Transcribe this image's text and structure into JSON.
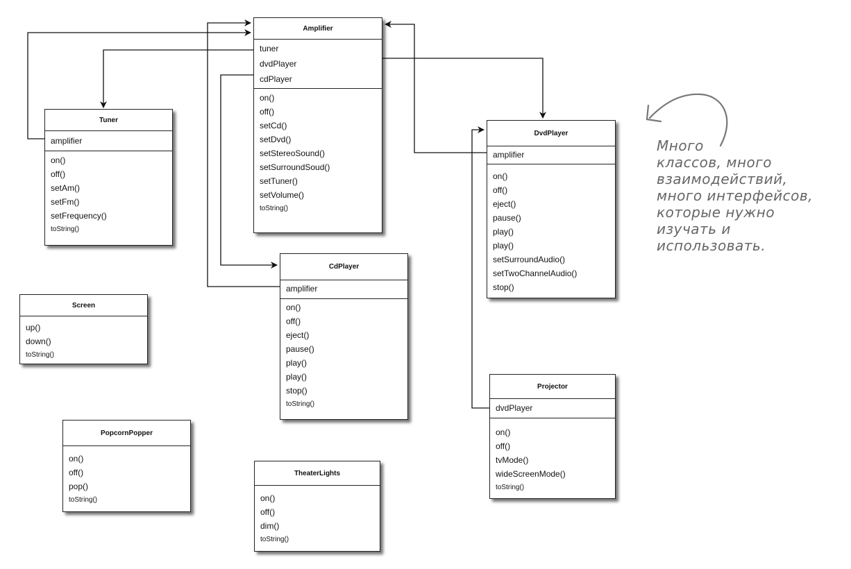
{
  "classes": {
    "amplifier": {
      "name": "Amplifier",
      "attributes": [
        "tuner",
        "dvdPlayer",
        "cdPlayer"
      ],
      "methods": [
        "on()",
        "off()",
        "setCd()",
        "setDvd()",
        "setStereoSound()",
        "setSurroundSoud()",
        "setTuner()",
        "setVolume()",
        "toString()"
      ]
    },
    "tuner": {
      "name": "Tuner",
      "attributes": [
        "amplifier"
      ],
      "methods": [
        "on()",
        "off()",
        "setAm()",
        "setFm()",
        "setFrequency()",
        "toString()"
      ]
    },
    "dvdplayer": {
      "name": "DvdPlayer",
      "attributes": [
        "amplifier"
      ],
      "methods": [
        "on()",
        "off()",
        "eject()",
        "pause()",
        "play()",
        "play()",
        "setSurroundAudio()",
        "setTwoChannelAudio()",
        "stop()"
      ]
    },
    "cdplayer": {
      "name": "CdPlayer",
      "attributes": [
        "amplifier"
      ],
      "methods": [
        "on()",
        "off()",
        "eject()",
        "pause()",
        "play()",
        "play()",
        "stop()",
        "toString()"
      ]
    },
    "screen": {
      "name": "Screen",
      "methods": [
        "up()",
        "down()",
        "toString()"
      ]
    },
    "projector": {
      "name": "Projector",
      "attributes": [
        "dvdPlayer"
      ],
      "methods": [
        "on()",
        "off()",
        "tvMode()",
        "wideScreenMode()",
        "toString()"
      ]
    },
    "popcornpopper": {
      "name": "PopcornPopper",
      "methods": [
        "on()",
        "off()",
        "pop()",
        "toString()"
      ]
    },
    "theaterlights": {
      "name": "TheaterLights",
      "methods": [
        "on()",
        "off()",
        "dim()",
        "toString()"
      ]
    }
  },
  "note": {
    "lines": [
      "Много",
      "классов, много",
      "взаимодействий,",
      "много интерфейсов,",
      "которые нужно",
      "изучать и",
      "использовать."
    ]
  }
}
